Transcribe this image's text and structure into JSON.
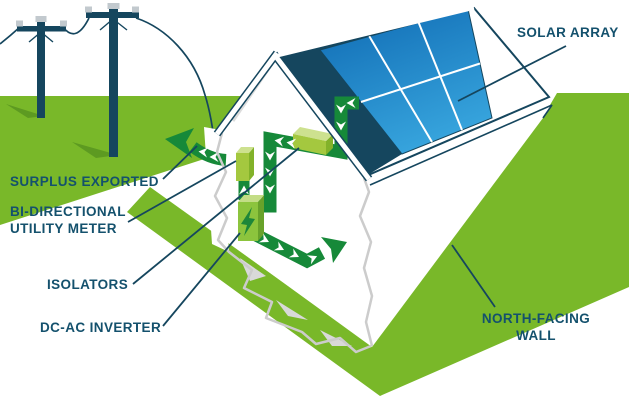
{
  "colors": {
    "navy": "#15465e",
    "label": "#14516d",
    "field": "#79b829",
    "fieldShadow": "#5d9a21",
    "flow": "#168939",
    "boxFront": "#a4c83f",
    "boxTop": "#cde18f",
    "boxSide": "#82b22a",
    "invFront": "#8cc43d",
    "invTop": "#c3dd86",
    "invSide": "#68a22a",
    "bolt": "#1d8639",
    "panelDark": "#0f6ab3",
    "panelLight": "#36a3dc",
    "torn": "#cccccc",
    "cap": "#c2c9ce"
  },
  "labels": {
    "solar_array": "SOLAR ARRAY",
    "surplus_exported": "SURPLUS EXPORTED",
    "utility_meter_line1": "BI-DIRECTIONAL",
    "utility_meter_line2": "UTILITY METER",
    "isolators": "ISOLATORS",
    "inverter": "DC-AC INVERTER",
    "north_wall_line1": "NORTH-FACING",
    "north_wall_line2": "WALL"
  },
  "icons": {
    "inverter_bolt": "lightning-bolt",
    "flow_marker": "chevron-arrow",
    "export_arrow": "arrow-left",
    "consumption_arrow": "arrow-up-right"
  }
}
